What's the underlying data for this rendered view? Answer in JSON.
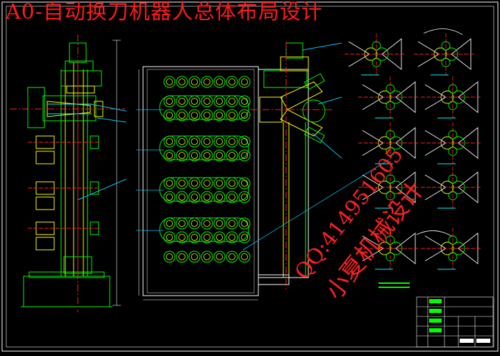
{
  "drawing": {
    "title": "A0-自动换刀机器人总体布局设计"
  },
  "watermark": {
    "qq": "QQ:414951605",
    "name": "小夏机械设计"
  },
  "colors": {
    "background": "#000000",
    "border": "#ffffff",
    "outline": "#00ff00",
    "tool": "#ffff00",
    "centerline": "#ff2020",
    "leader": "#00c8ff",
    "title": "#ff1a1a",
    "dimension": "#ffffff",
    "detail": "#ff00ff"
  }
}
